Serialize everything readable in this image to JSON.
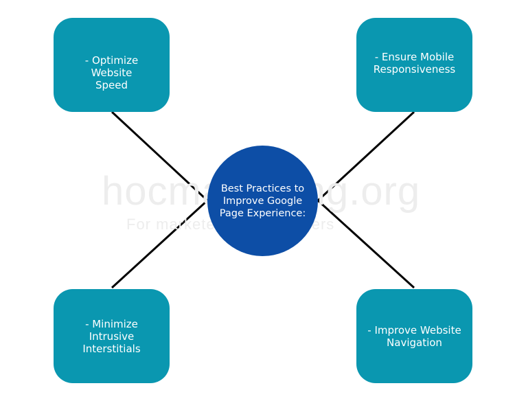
{
  "watermark": {
    "main": "hocmarketing.org",
    "sub": "For marketers, by marketers"
  },
  "center": {
    "label": "Best Practices to\nImprove Google\nPage Experience:"
  },
  "nodes": {
    "top_left": "- Optimize Website\nSpeed",
    "top_right": "- Ensure Mobile\nResponsiveness",
    "bottom_left": "- Minimize\nIntrusive\nInterstitials",
    "bottom_right": "- Improve Website\nNavigation"
  },
  "colors": {
    "node_fill": "#0a97b0",
    "center_fill": "#0d4ea6",
    "connector": "#000000",
    "text": "#ffffff",
    "watermark": "#ededed"
  }
}
